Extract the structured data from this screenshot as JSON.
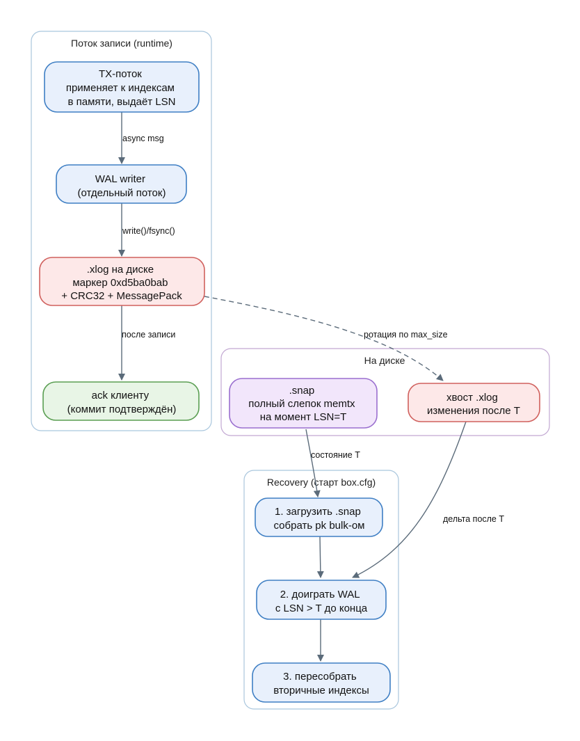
{
  "clusters": {
    "runtime": {
      "title": "Поток записи (runtime)"
    },
    "disk": {
      "title": "На диске"
    },
    "recovery": {
      "title": "Recovery (старт box.cfg)"
    }
  },
  "nodes": {
    "tx": {
      "lines": [
        "TX-поток",
        "применяет к индексам",
        "в памяти, выдаёт LSN"
      ]
    },
    "wal": {
      "lines": [
        "WAL writer",
        "(отдельный поток)"
      ]
    },
    "xlog": {
      "lines": [
        ".xlog на диске",
        "маркер 0xd5ba0bab",
        "+ CRC32 + MessagePack"
      ]
    },
    "ack": {
      "lines": [
        "ack клиенту",
        "(коммит подтверждён)"
      ]
    },
    "snap": {
      "lines": [
        ".snap",
        "полный слепок memtx",
        "на момент LSN=T"
      ]
    },
    "tail": {
      "lines": [
        "хвост .xlog",
        "изменения после T"
      ]
    },
    "load": {
      "lines": [
        "1. загрузить .snap",
        "собрать pk bulk-ом"
      ]
    },
    "replay": {
      "lines": [
        "2. доиграть WAL",
        "с LSN > T до конца"
      ]
    },
    "rebuild": {
      "lines": [
        "3. пересобрать",
        "вторичные индексы"
      ]
    }
  },
  "edges": {
    "tx_wal": "async msg",
    "wal_xlog": "write()/fsync()",
    "xlog_ack": "после записи",
    "xlog_tail": "ротация по max_size",
    "snap_load": "состояние T",
    "tail_replay": "дельта после T"
  },
  "colors": {
    "blue_fill": "#e8f0fc",
    "blue_stroke": "#3f7fc4",
    "red_fill": "#fde8e8",
    "red_stroke": "#d0605d",
    "green_fill": "#e8f5e6",
    "green_stroke": "#5a9e52",
    "purple_fill": "#f2e6fb",
    "purple_stroke": "#9a6fcf",
    "cluster_blue": "#a9c6dd",
    "cluster_purple": "#c2a8d2",
    "edge": "#5b6b7a"
  }
}
